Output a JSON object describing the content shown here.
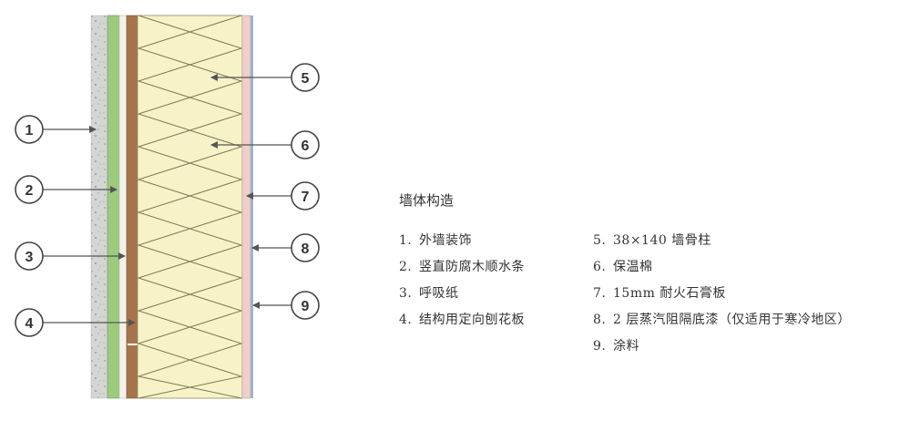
{
  "diagram": {
    "callouts": [
      {
        "label": "1"
      },
      {
        "label": "2"
      },
      {
        "label": "3"
      },
      {
        "label": "4"
      },
      {
        "label": "5"
      },
      {
        "label": "6"
      },
      {
        "label": "7"
      },
      {
        "label": "8"
      },
      {
        "label": "9"
      }
    ],
    "colors": {
      "stucco": "#d3d6d2",
      "board": "#9ccb7e",
      "furring": "#f2f2ea",
      "osb": "#a6744a",
      "insulation": "#f7f2c8",
      "insulation_line": "#7e7a55",
      "gypsum": "#efcfc9",
      "paint": "#9fb3cc"
    }
  },
  "legend": {
    "title": "墙体构造",
    "items": [
      {
        "num": "1.",
        "text": "外墙装饰"
      },
      {
        "num": "2.",
        "text": "竖直防腐木顺水条"
      },
      {
        "num": "3.",
        "text": "呼吸纸"
      },
      {
        "num": "4.",
        "text": "结构用定向刨花板"
      },
      {
        "num": "5.",
        "text": "38×140 墙骨柱"
      },
      {
        "num": "6.",
        "text": "保温棉"
      },
      {
        "num": "7.",
        "text": "15mm 耐火石膏板"
      },
      {
        "num": "8.",
        "text": "2 层蒸汽阻隔底漆（仅适用于寒冷地区）"
      },
      {
        "num": "9.",
        "text": "涂料"
      }
    ]
  }
}
